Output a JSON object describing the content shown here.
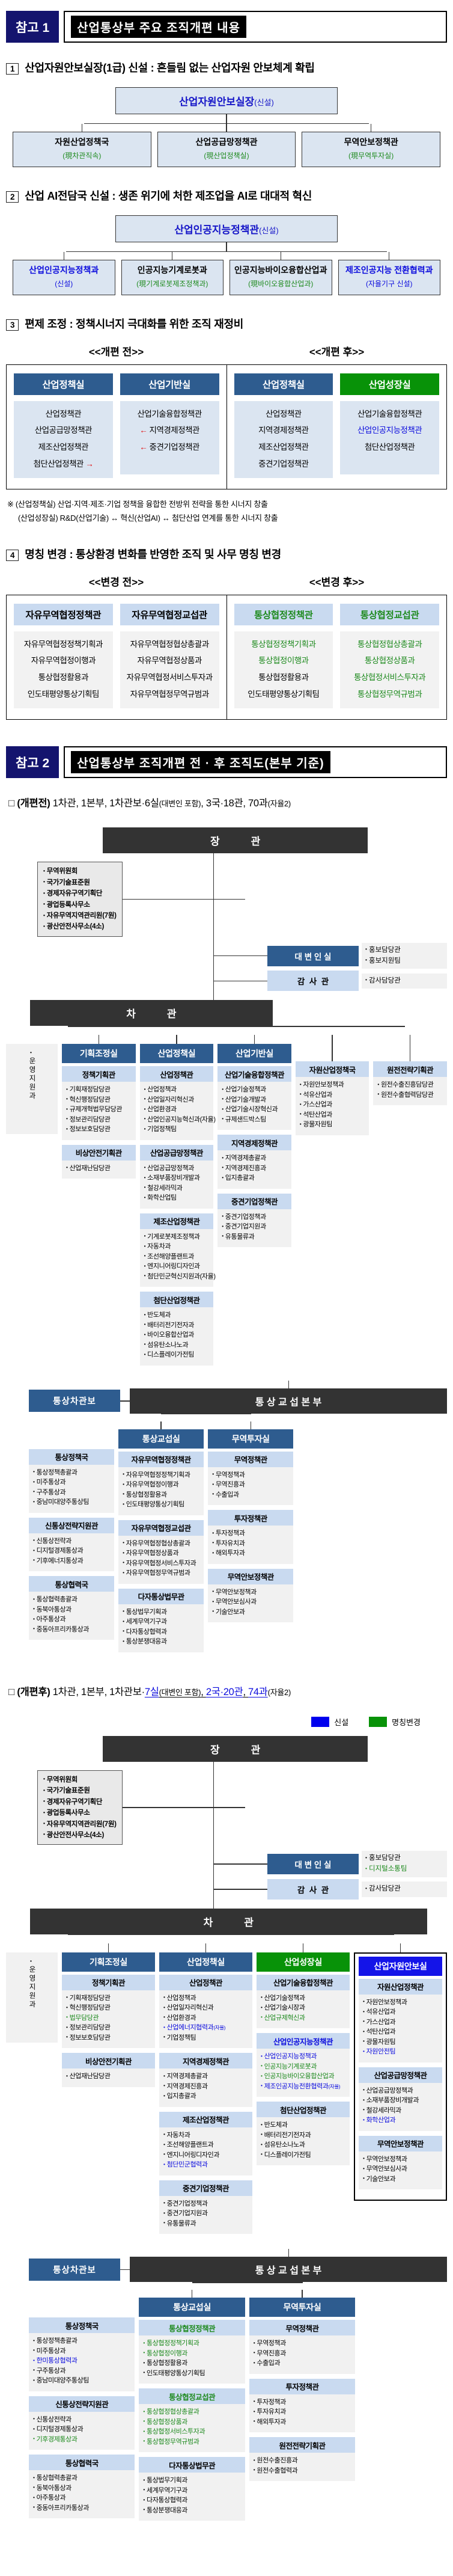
{
  "colors": {
    "badge_bg": "#14146e",
    "navy_header": "#2e5c8f",
    "green_header": "#089208",
    "blue_new": "#0000ee",
    "green_renamed": "#1e8a1e",
    "red_arrow": "#e00000",
    "bar_dark": "#333333"
  },
  "ref1": {
    "badge": "참고 1",
    "title": "산업통상부 주요 조직개편 내용",
    "s1": {
      "num": "1",
      "heading": "산업자원안보실장(1급) 신설 : 흔들림 없는 산업자원 안보체계 확립",
      "root": {
        "t": "산업자원안보실장",
        "suffix": "(신설)"
      },
      "children": [
        {
          "t": "자원산업정책국",
          "note": "(現차관직속)",
          "ncolor": "green"
        },
        {
          "t": "산업공급망정책관",
          "note": "(現산업정책실)",
          "ncolor": "green"
        },
        {
          "t": "무역안보정책관",
          "note": "(現무역투자실)",
          "ncolor": "green"
        }
      ]
    },
    "s2": {
      "num": "2",
      "heading": "산업 AI전담국 신설 : 생존 위기에 처한 제조업을 AI로 대대적 혁신",
      "root": {
        "t": "산업인공지능정책관",
        "suffix": "(신설)"
      },
      "children": [
        {
          "t": "산업인공지능정책과",
          "tcolor": "blue",
          "note": "(신설)",
          "ncolor": "blue"
        },
        {
          "t": "인공지능기계로봇과",
          "note": "(現기계로봇제조정책과)",
          "ncolor": "green"
        },
        {
          "t": "인공지능바이오융합산업과",
          "note": "(現바이오융합산업과)",
          "ncolor": "green"
        },
        {
          "t": "제조인공지능 전환협력과",
          "tcolor": "blue",
          "note": "(자율기구 신설)",
          "ncolor": "blue"
        }
      ]
    },
    "s3": {
      "num": "3",
      "heading": "편제 조정 : 정책시너지 극대화를 위한 조직 재정비",
      "before_label": "<<개편 전>>",
      "after_label": "<<개편 후>>",
      "before": [
        {
          "header": "산업정책실",
          "hstyle": "navy",
          "items": [
            {
              "t": "산업정책관"
            },
            {
              "t": "산업공급망정책관"
            },
            {
              "t": "제조산업정책관"
            },
            {
              "t": "첨단산업정책관",
              "arrow": "r"
            }
          ]
        },
        {
          "header": "산업기반실",
          "hstyle": "navy",
          "items": [
            {
              "t": "산업기술융합정책관"
            },
            {
              "t": "지역경제정책관",
              "arrow": "l"
            },
            {
              "t": "중견기업정책관",
              "arrow": "l"
            }
          ]
        }
      ],
      "after": [
        {
          "header": "산업정책실",
          "hstyle": "navy",
          "items": [
            {
              "t": "산업정책관"
            },
            {
              "t": "지역경제정책관"
            },
            {
              "t": "제조산업정책관"
            },
            {
              "t": "중견기업정책관"
            }
          ]
        },
        {
          "header": "산업성장실",
          "hstyle": "green",
          "items": [
            {
              "t": "산업기술융합정책관"
            },
            {
              "t": "산업인공지능정책관",
              "color": "blue"
            },
            {
              "t": "첨단산업정책관"
            }
          ]
        }
      ],
      "notes": [
        "※ (산업정책실) 산업·지역·제조·기업 정책을 융합한 전방위 전략을 통한 시너지 창출",
        "(산업성장실) R&D(산업기술) ↔ 혁신(산업AI) ↔ 첨단산업 연계를 통한 시너지 창출"
      ]
    },
    "s4": {
      "num": "4",
      "heading": "명칭 변경 : 통상환경 변화를 반영한 조직 및 사무 명칭 변경",
      "before_label": "<<변경 전>>",
      "after_label": "<<변경 후>>",
      "before": [
        {
          "header": "자유무역협정정책관",
          "hstyle": "lightblue",
          "items": [
            "자유무역협정정책기획과",
            "자유무역협정이행과",
            "통상협정활용과",
            "인도태평양통상기획팀"
          ]
        },
        {
          "header": "자유무역협정교섭관",
          "hstyle": "lightblue",
          "items": [
            "자유무역협정협상총괄과",
            "자유무역협정상품과",
            "자유무역협정서비스투자과",
            "자유무역협정무역규범과"
          ]
        }
      ],
      "after": [
        {
          "header": "통상협정정책관",
          "hstyle": "lightblue",
          "hcolor": "green",
          "items": [
            {
              "t": "통상협정정책기획과",
              "color": "green"
            },
            {
              "t": "통상협정이행과",
              "color": "green"
            },
            {
              "t": "통상협정활용과"
            },
            {
              "t": "인도태평양통상기획팀"
            }
          ]
        },
        {
          "header": "통상협정교섭관",
          "hstyle": "lightblue",
          "hcolor": "green",
          "items": [
            {
              "t": "통상협정협상총괄과",
              "color": "green"
            },
            {
              "t": "통상협정상품과",
              "color": "green"
            },
            {
              "t": "통상협정서비스투자과",
              "color": "green"
            },
            {
              "t": "통상협정무역규범과",
              "color": "green"
            }
          ]
        }
      ]
    }
  },
  "ref2": {
    "badge": "참고 2",
    "title": "산업통상부 조직개편 전 · 후 조직도(본부 기준)",
    "summary_before": [
      {
        "t": "□ ",
        "sq": true
      },
      {
        "t": "(개편전)",
        "b": true
      },
      {
        "t": " 1차관, 1본부, 1차관보·6실"
      },
      {
        "t": "(대변인 포함)",
        "small": true
      },
      {
        "t": ", 3국·18관, 70과"
      },
      {
        "t": "(자율2)",
        "small": true
      }
    ],
    "summary_after": [
      {
        "t": "□ ",
        "sq": true
      },
      {
        "t": "(개편후)",
        "b": true
      },
      {
        "t": " 1차관, 1본부, 1차관보·"
      },
      {
        "t": "7실",
        "blue": true,
        "u": true
      },
      {
        "t": "(대변인 포함)",
        "small": true,
        "u": true
      },
      {
        "t": ", ",
        "u": true
      },
      {
        "t": "2국·20관",
        "blue": true,
        "u": true
      },
      {
        "t": ", ",
        "u": true
      },
      {
        "t": "74과",
        "blue": true,
        "u": true
      },
      {
        "t": "(자율2)",
        "small": true
      }
    ],
    "legend": {
      "new_label": "신설",
      "new_color": "#0000ee",
      "renamed_label": "명칭변경",
      "renamed_color": "#089208"
    },
    "chart_before": {
      "top_label": "장           관",
      "vice_label": "차           관",
      "support_label": "운영지원과",
      "affiliates": [
        "무역위원회",
        "국가기술표준원",
        "경제자유구역기획단",
        "광업등록사무소",
        "자유무역지역관리원(7원)",
        "광산안전사무소(4소)"
      ],
      "spokesperson": {
        "label": "대 변 인 실",
        "items": [
          "홍보담당관",
          "홍보지원팀"
        ]
      },
      "auditor": {
        "label": "감  사  관",
        "items": [
          "감사담당관"
        ]
      },
      "columns": [
        {
          "header": "기획조정실",
          "hstyle": "navy",
          "groups": [
            {
              "name": "정책기획관",
              "items": [
                "기획재정담당관",
                "혁신행정담당관",
                "규제개혁법무담당관",
                "정보관리담당관",
                "정보보호담당관"
              ]
            },
            {
              "name": "비상안전기획관",
              "items": [
                "산업재난담당관"
              ]
            }
          ]
        },
        {
          "header": "산업정책실",
          "hstyle": "navy",
          "groups": [
            {
              "name": "산업정책관",
              "items": [
                "산업정책과",
                "산업일자리혁신과",
                "산업환경과",
                "산업인공지능혁신과(자율)",
                "기업정책팀"
              ]
            },
            {
              "name": "산업공급망정책관",
              "items": [
                "산업공급망정책과",
                "소재부품장비개발과",
                "철강세라믹과",
                "화학산업팀"
              ]
            },
            {
              "name": "제조산업정책관",
              "items": [
                "기계로봇제조정책과",
                "자동차과",
                "조선해양플랜트과",
                "엔지니어링디자인과",
                "첨단민군혁신지원과(자율)"
              ]
            },
            {
              "name": "첨단산업정책관",
              "items": [
                "반도체과",
                "배터리전기전자과",
                "바이오융합산업과",
                "섬유탄소나노과",
                "디스플레이가전팀"
              ]
            }
          ]
        },
        {
          "header": "산업기반실",
          "hstyle": "navy",
          "groups": [
            {
              "name": "산업기술융합정책관",
              "items": [
                "산업기술정책과",
                "산업기술개발과",
                "산업기술시장혁신과",
                "규제샌드박스팀"
              ]
            },
            {
              "name": "지역경제정책관",
              "items": [
                "지역경제총괄과",
                "지역경제진흥과",
                "입지총괄과"
              ]
            },
            {
              "name": "중견기업정책관",
              "items": [
                "중견기업정책과",
                "중견기업지원과",
                "유통물류과"
              ]
            }
          ]
        },
        {
          "level2": true,
          "groups": [
            {
              "name": "자원산업정책국",
              "items": [
                "자원안보정책과",
                "석유산업과",
                "가스산업과",
                "석탄산업과",
                "광물자원팀"
              ]
            }
          ]
        },
        {
          "level2": true,
          "groups": [
            {
              "name": "원전전략기획관",
              "items": [
                "원전수출진흥담당관",
                "원전수출협력담당관"
              ]
            }
          ]
        }
      ],
      "deputy_label": "통상차관보",
      "hq_label": "통 상 교 섭 본 부",
      "trade_columns": [
        {
          "nostub": true,
          "groups": [
            {
              "name": "통상정책국",
              "items": [
                "통상정책총괄과",
                "미주통상과",
                "구주통상과",
                "중남미대양주통상팀"
              ]
            },
            {
              "name": "신통상전략지원관",
              "items": [
                "신통상전략과",
                "디지털경제통상과",
                "기후에너지통상과"
              ]
            },
            {
              "name": "통상협력국",
              "items": [
                "통상협력총괄과",
                "동북아통상과",
                "아주통상과",
                "중동아프리카통상과"
              ]
            }
          ]
        },
        {
          "header": "통상교섭실",
          "hstyle": "navy",
          "groups": [
            {
              "name": "자유무역협정정책관",
              "items": [
                "자유무역협정정책기획과",
                "자유무역협정이행과",
                "통상협정활용과",
                "인도태평양통상기획팀"
              ]
            },
            {
              "name": "자유무역협정교섭관",
              "items": [
                "자유무역협정협상총괄과",
                "자유무역협정상품과",
                "자유무역협정서비스투자과",
                "자유무역협정무역규범과"
              ]
            },
            {
              "name": "다자통상법무관",
              "items": [
                "통상법무기획과",
                "세계무역기구과",
                "다자통상협력과",
                "통상분쟁대응과"
              ]
            }
          ]
        },
        {
          "header": "무역투자실",
          "hstyle": "navy",
          "groups": [
            {
              "name": "무역정책관",
              "items": [
                "무역정책과",
                "무역진흥과",
                "수출입과"
              ]
            },
            {
              "name": "투자정책관",
              "items": [
                "투자정책과",
                "투자유치과",
                "해외투자과"
              ]
            },
            {
              "name": "무역안보정책관",
              "items": [
                "무역안보정책과",
                "무역안보심사과",
                "기술안보과"
              ]
            }
          ]
        }
      ]
    },
    "chart_after": {
      "top_label": "장           관",
      "vice_label": "차           관",
      "support_label": "운영지원과",
      "affiliates": [
        "무역위원회",
        "국가기술표준원",
        "경제자유구역기획단",
        "광업등록사무소",
        "자유무역지역관리원(7원)",
        "광산안전사무소(4소)"
      ],
      "spokesperson": {
        "label": "대 변 인 실",
        "items": [
          "홍보담당관",
          {
            "t": "디지털소통팀",
            "color": "green"
          }
        ]
      },
      "auditor": {
        "label": "감  사  관",
        "items": [
          "감사담당관"
        ]
      },
      "columns": [
        {
          "header": "기획조정실",
          "hstyle": "navy",
          "groups": [
            {
              "name": "정책기획관",
              "items": [
                "기획재정담당관",
                "혁신행정담당관",
                {
                  "t": "법무담당관",
                  "color": "green"
                },
                "정보관리담당관",
                "정보보호담당관"
              ]
            },
            {
              "name": "비상안전기획관",
              "items": [
                "산업재난담당관"
              ]
            }
          ]
        },
        {
          "header": "산업정책실",
          "hstyle": "navy",
          "groups": [
            {
              "name": "산업정책관",
              "items": [
                "산업정책과",
                "산업일자리혁신과",
                "산업환경과",
                {
                  "t": "산업에너지협력과",
                  "sub": "(자율)",
                  "color": "blue"
                },
                "기업정책팀"
              ]
            },
            {
              "name": "지역경제정책관",
              "items": [
                "지역경제총괄과",
                "지역경제진흥과",
                "입지총괄과"
              ]
            },
            {
              "name": "제조산업정책관",
              "items": [
                "자동차과",
                "조선해양플랜트과",
                "엔지니어링디자인과",
                {
                  "t": "첨단민군협력과",
                  "color": "blue"
                }
              ]
            },
            {
              "name": "중견기업정책관",
              "items": [
                "중견기업정책과",
                "중견기업지원과",
                "유통물류과"
              ]
            }
          ]
        },
        {
          "header": "산업성장실",
          "hstyle": "green",
          "groups": [
            {
              "name": "산업기술융합정책관",
              "items": [
                "산업기술정책과",
                "산업기술시장과",
                {
                  "t": "산업규제혁신과",
                  "color": "green"
                }
              ]
            },
            {
              "name": "산업인공지능정책관",
              "ncolor": "blue",
              "items": [
                {
                  "t": "산업인공지능정책과",
                  "color": "blue"
                },
                {
                  "t": "인공지능기계로봇과",
                  "color": "green"
                },
                {
                  "t": "인공지능바이오융합산업과",
                  "color": "green"
                },
                {
                  "t": "제조인공지능전환협력과",
                  "sub": "(자율)",
                  "color": "blue"
                }
              ]
            },
            {
              "name": "첨단산업정책관",
              "items": [
                "반도체과",
                "배터리전기전자과",
                "섬유탄소나노과",
                "디스플레이가전팀"
              ]
            }
          ]
        },
        {
          "header": "산업자원안보실",
          "hstyle": "blue",
          "outlined": true,
          "groups": [
            {
              "name": "자원산업정책관",
              "items": [
                "자원안보정책과",
                "석유산업과",
                "가스산업과",
                "석탄산업과",
                "광물자원팀",
                {
                  "t": "자원안전팀",
                  "color": "blue"
                }
              ]
            },
            {
              "name": "산업공급망정책관",
              "items": [
                "산업공급망정책과",
                "소재부품장비개발과",
                "철강세라믹과",
                {
                  "t": "화학산업과",
                  "color": "blue"
                }
              ]
            },
            {
              "name": "무역안보정책관",
              "items": [
                "무역안보정책과",
                "무역안보심사과",
                "기술안보과"
              ]
            }
          ]
        }
      ],
      "deputy_label": "통상차관보",
      "hq_label": "통 상 교 섭 본 부",
      "trade_columns": [
        {
          "nostub": true,
          "groups": [
            {
              "name": "통상정책국",
              "items": [
                "통상정책총괄과",
                "미주통상과",
                {
                  "t": "한미통상협력과",
                  "color": "blue"
                },
                "구주통상과",
                "중남미대양주통상팀"
              ]
            },
            {
              "name": "신통상전략지원관",
              "items": [
                "신통상전략과",
                "디지털경제통상과",
                {
                  "t": "기후경제통상과",
                  "color": "green"
                }
              ]
            },
            {
              "name": "통상협력국",
              "items": [
                "통상협력총괄과",
                "동북아통상과",
                "아주통상과",
                "중동아프리카통상과"
              ]
            }
          ]
        },
        {
          "header": "통상교섭실",
          "hstyle": "navy",
          "groups": [
            {
              "name": "통상협정정책관",
              "ncolor": "green",
              "items": [
                {
                  "t": "통상협정정책기획과",
                  "color": "green"
                },
                {
                  "t": "통상협정이행과",
                  "color": "green"
                },
                "통상협정활용과",
                "인도태평양통상기획팀"
              ]
            },
            {
              "name": "통상협정교섭관",
              "ncolor": "green",
              "items": [
                {
                  "t": "통상협정협상총괄과",
                  "color": "green"
                },
                {
                  "t": "통상협정상품과",
                  "color": "green"
                },
                {
                  "t": "통상협정서비스투자과",
                  "color": "green"
                },
                {
                  "t": "통상협정무역규범과",
                  "color": "green"
                }
              ]
            },
            {
              "name": "다자통상법무관",
              "items": [
                "통상법무기획과",
                "세계무역기구과",
                "다자통상협력과",
                "통상분쟁대응과"
              ]
            }
          ]
        },
        {
          "header": "무역투자실",
          "hstyle": "navy",
          "groups": [
            {
              "name": "무역정책관",
              "items": [
                "무역정책과",
                "무역진흥과",
                "수출입과"
              ]
            },
            {
              "name": "투자정책관",
              "items": [
                "투자정책과",
                "투자유치과",
                "해외투자과"
              ]
            },
            {
              "name": "원전전략기획관",
              "items": [
                "원전수출진흥과",
                "원전수출협력과"
              ]
            }
          ]
        }
      ]
    }
  }
}
